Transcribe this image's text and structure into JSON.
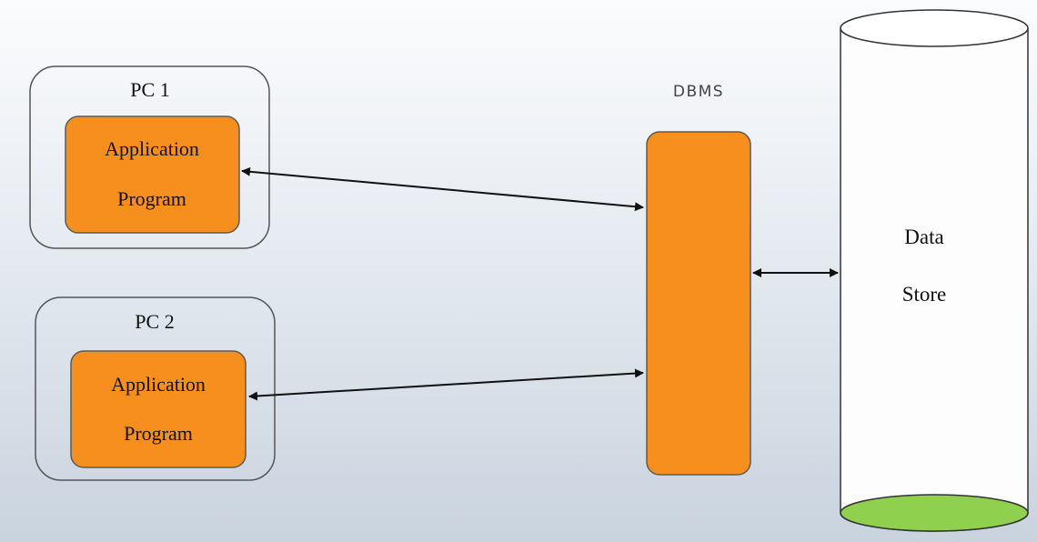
{
  "pc1": {
    "label": "PC 1",
    "app_line1": "Application",
    "app_line2": "Program"
  },
  "pc2": {
    "label": "PC 2",
    "app_line1": "Application",
    "app_line2": "Program"
  },
  "dbms": {
    "label": "DBMS"
  },
  "data_store": {
    "line1": "Data",
    "line2": "Store"
  },
  "colors": {
    "app_fill": "#f68f1e",
    "dbms_fill": "#f68f1e",
    "store_bottom_fill": "#8fd14f",
    "outline": "#4a4a4a"
  }
}
